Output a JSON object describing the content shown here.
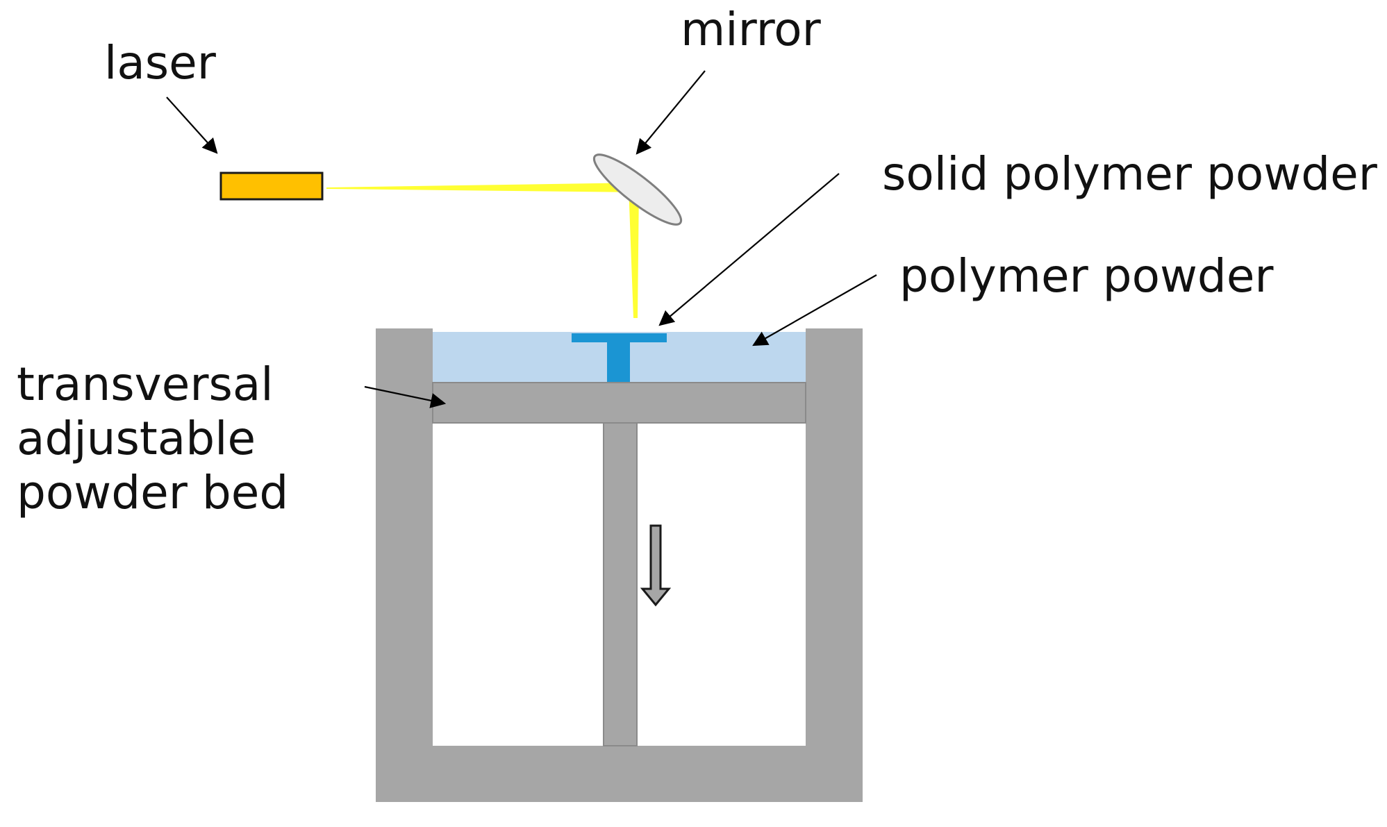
{
  "labels": {
    "laser": "laser",
    "mirror": "mirror",
    "solid_polymer_powder": "solid polymer powder",
    "polymer_powder": "polymer powder",
    "powder_bed": [
      "transversal",
      "adjustable",
      "powder bed"
    ]
  },
  "colors": {
    "laser_body": "#FFC000",
    "laser_beam": "#FFFF33",
    "mirror_fill": "#EDEDED",
    "container": "#A6A6A6",
    "powder": "#BDD7EE",
    "solid_part": "#1B95D3",
    "arrow": "#000000",
    "text": "#111111"
  },
  "icons": {
    "motion": "down-arrow-icon"
  }
}
